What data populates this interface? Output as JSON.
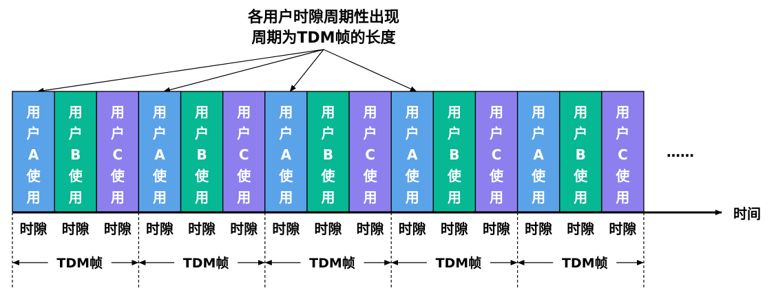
{
  "title": {
    "line1": "各用户时隙周期性出现",
    "line2": "周期为TDM帧的长度"
  },
  "users": [
    {
      "name": "A",
      "chars": [
        "用",
        "户",
        "A",
        "使",
        "用"
      ],
      "color": "#5BA3E8"
    },
    {
      "name": "B",
      "chars": [
        "用",
        "户",
        "B",
        "使",
        "用"
      ],
      "color": "#06B894"
    },
    {
      "name": "C",
      "chars": [
        "用",
        "户",
        "C",
        "使",
        "用"
      ],
      "color": "#8E7FEE"
    }
  ],
  "frame_count": 5,
  "slot_label": "时隙",
  "frame_label": "TDM帧",
  "ellipsis": "……",
  "axis_label": "时间"
}
